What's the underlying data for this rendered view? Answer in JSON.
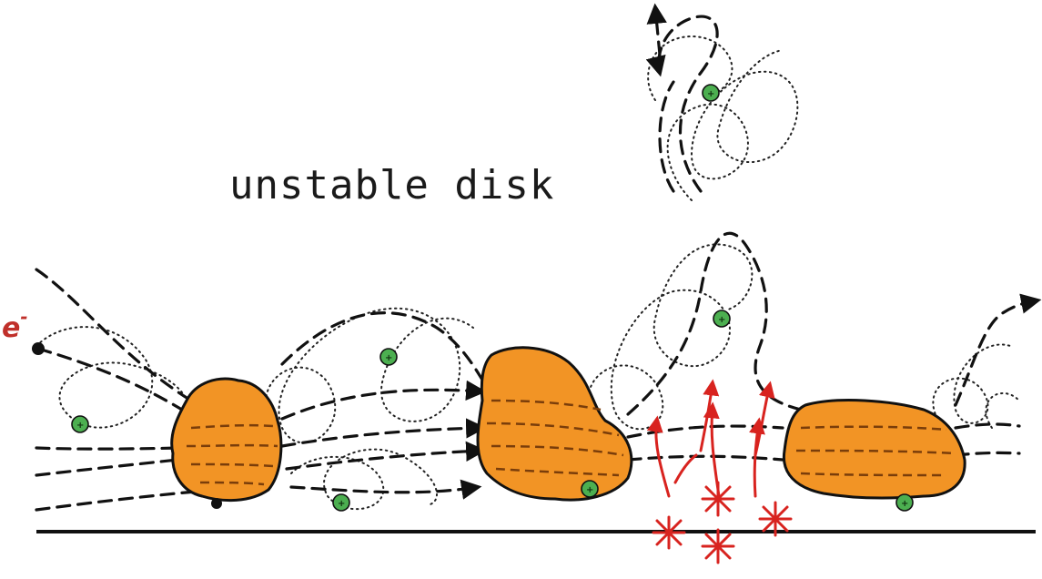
{
  "title": "unstable disk",
  "electron_label": "e",
  "electron_superscript": "-",
  "ion_symbol": "+",
  "colors": {
    "grain": "#f29425",
    "ion": "#4caf50",
    "electron_label": "#c0302a",
    "sputter": "#d8231f",
    "line": "#111111"
  },
  "icons": [
    "dust-grain",
    "ion-particle",
    "electron-dot",
    "sputter-spark",
    "up-arrow"
  ]
}
